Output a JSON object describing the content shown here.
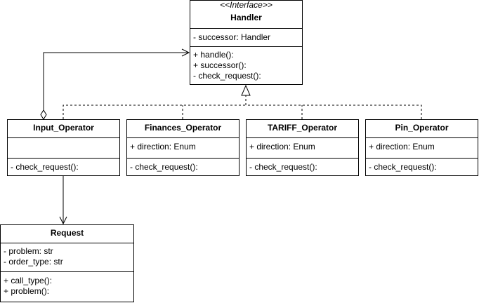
{
  "colors": {
    "stroke": "#000000",
    "fill": "#ffffff"
  },
  "handler": {
    "stereotype": "<<Interface>>",
    "name": "Handler",
    "attributes": [
      "- successor: Handler"
    ],
    "methods": [
      "+ handle():",
      "+ successor():",
      "- check_request():"
    ]
  },
  "input_operator": {
    "name": "Input_Operator",
    "attributes": [],
    "methods": [
      "- check_request():"
    ]
  },
  "finances_operator": {
    "name": "Finances_Operator",
    "attributes": [
      "+ direction: Enum"
    ],
    "methods": [
      "- check_request():"
    ]
  },
  "tariff_operator": {
    "name": "TARIFF_Operator",
    "attributes": [
      "+ direction: Enum"
    ],
    "methods": [
      "- check_request():"
    ]
  },
  "pin_operator": {
    "name": "Pin_Operator",
    "attributes": [
      "+ direction: Enum"
    ],
    "methods": [
      "- check_request():"
    ]
  },
  "request": {
    "name": "Request",
    "attributes": [
      "- problem: str",
      "- order_type: str"
    ],
    "methods": [
      "+ call_type():",
      "+ problem():"
    ]
  }
}
